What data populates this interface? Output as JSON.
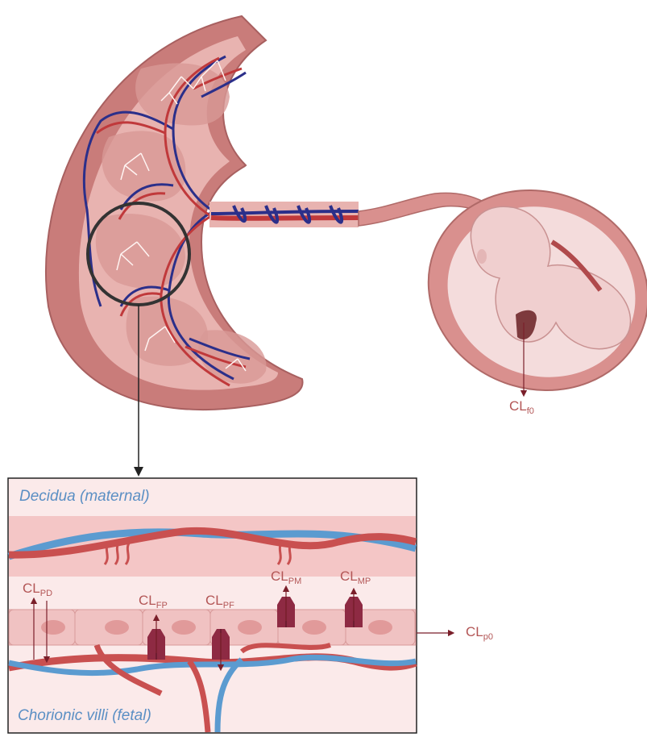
{
  "regions": {
    "decidua": "Decidua (maternal)",
    "chorionic": "Chorionic villi (fetal)"
  },
  "clearances": {
    "f0": {
      "base": "CL",
      "sub": "f0"
    },
    "p0": {
      "base": "CL",
      "sub": "p0"
    },
    "pd": {
      "base": "CL",
      "sub": "PD"
    },
    "fp": {
      "base": "CL",
      "sub": "FP"
    },
    "pf": {
      "base": "CL",
      "sub": "PF"
    },
    "pm": {
      "base": "CL",
      "sub": "PM"
    },
    "mp": {
      "base": "CL",
      "sub": "MP"
    }
  },
  "colors": {
    "placenta_outer": "#c97c7a",
    "placenta_inner": "#e8b3b0",
    "artery": "#c0393b",
    "vein": "#2b2f8a",
    "maternal_blood_blue": "#5b9bd0",
    "label": "#b35656",
    "transporter": "#8e2a43"
  }
}
